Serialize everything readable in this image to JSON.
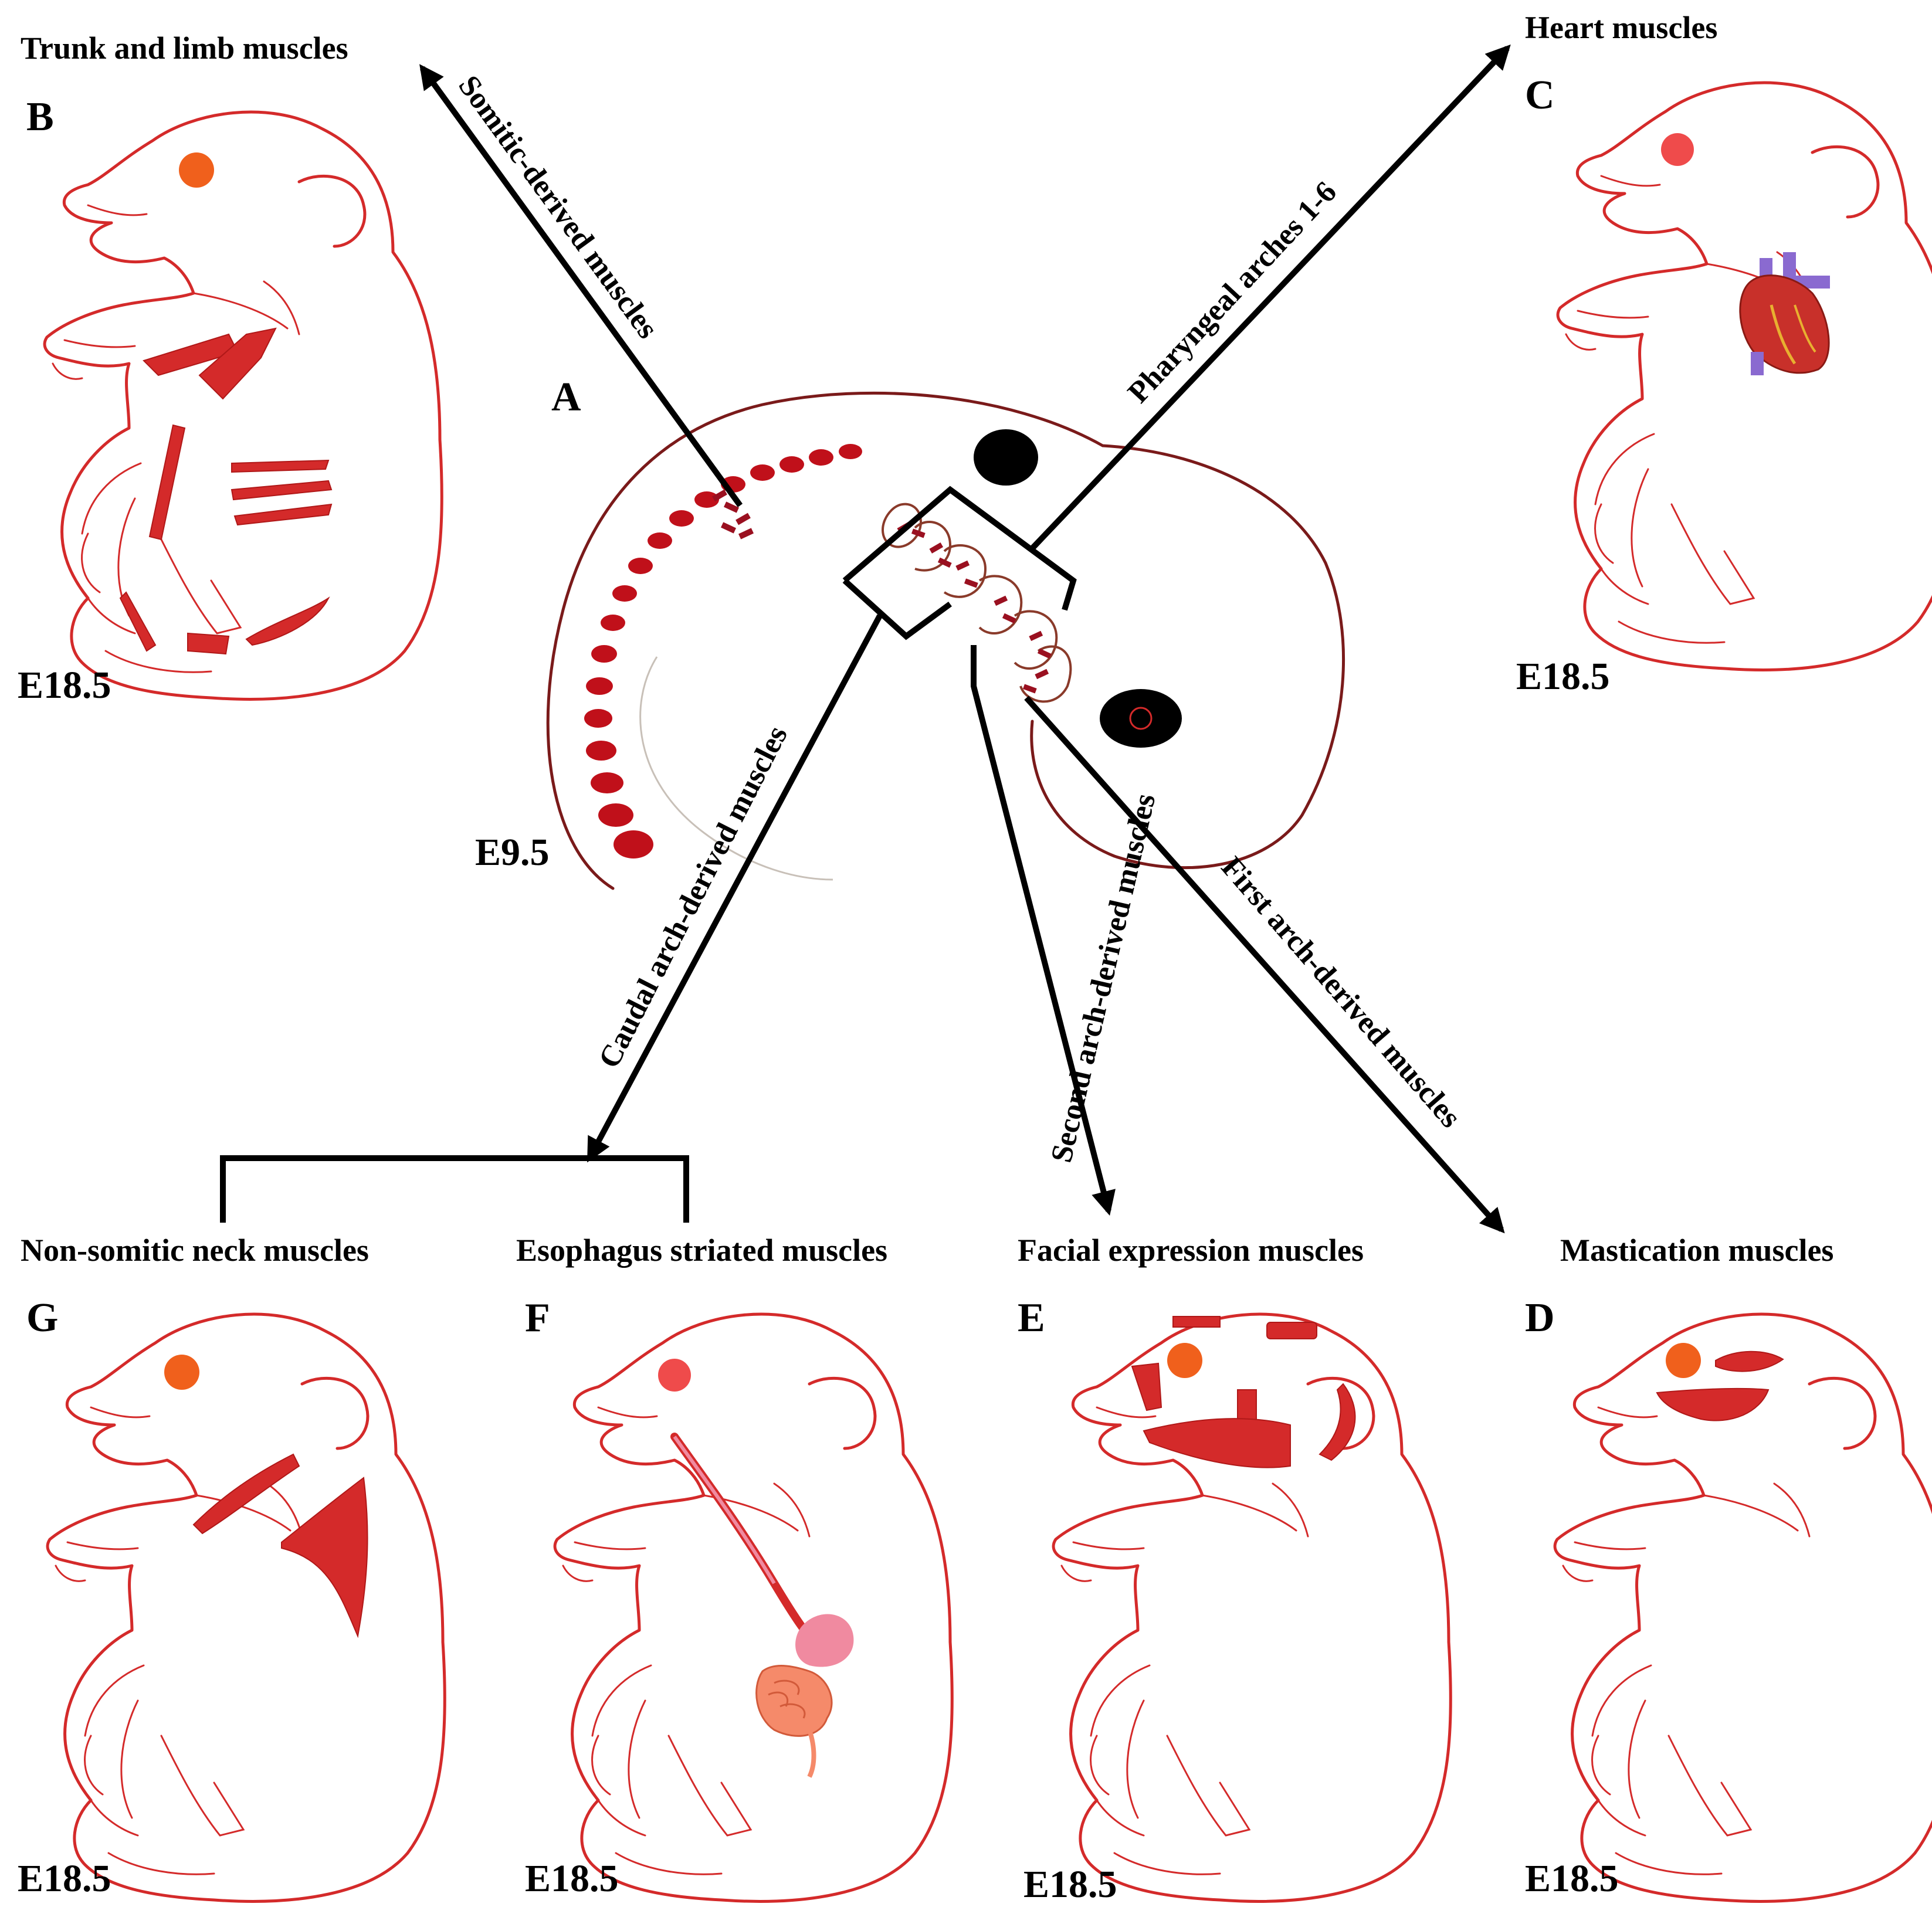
{
  "titles": {
    "B": "Trunk and limb muscles",
    "C": "Heart muscles",
    "G": "Non-somitic neck muscles",
    "F": "Esophagus striated muscles",
    "E": "Facial expression muscles",
    "D": "Mastication muscles"
  },
  "panels": {
    "A": "A",
    "B": "B",
    "C": "C",
    "D": "D",
    "E": "E",
    "F": "F",
    "G": "G"
  },
  "stages": {
    "embryo": "E9.5",
    "B": "E18.5",
    "C": "E18.5",
    "D": "E18.5",
    "E": "E18.5",
    "F": "E18.5",
    "G": "E18.5"
  },
  "arrows": {
    "somitic": "Somitic-derived muscles",
    "pharyngeal": "Pharyngeal arches 1-6",
    "caudal": "Caudal arch-derived muscles",
    "second": "Second arch-derived muscles",
    "first": "First arch-derived muscles"
  },
  "colors": {
    "outline": "#d42a2a",
    "muscle": "#d42a2a",
    "eye": "#f0601c",
    "somite": "#c0101a",
    "heart": "#c8302a",
    "vessels": "#8a6ad0",
    "gut": "#f58a6a",
    "esophagus": "#f08aa0"
  }
}
